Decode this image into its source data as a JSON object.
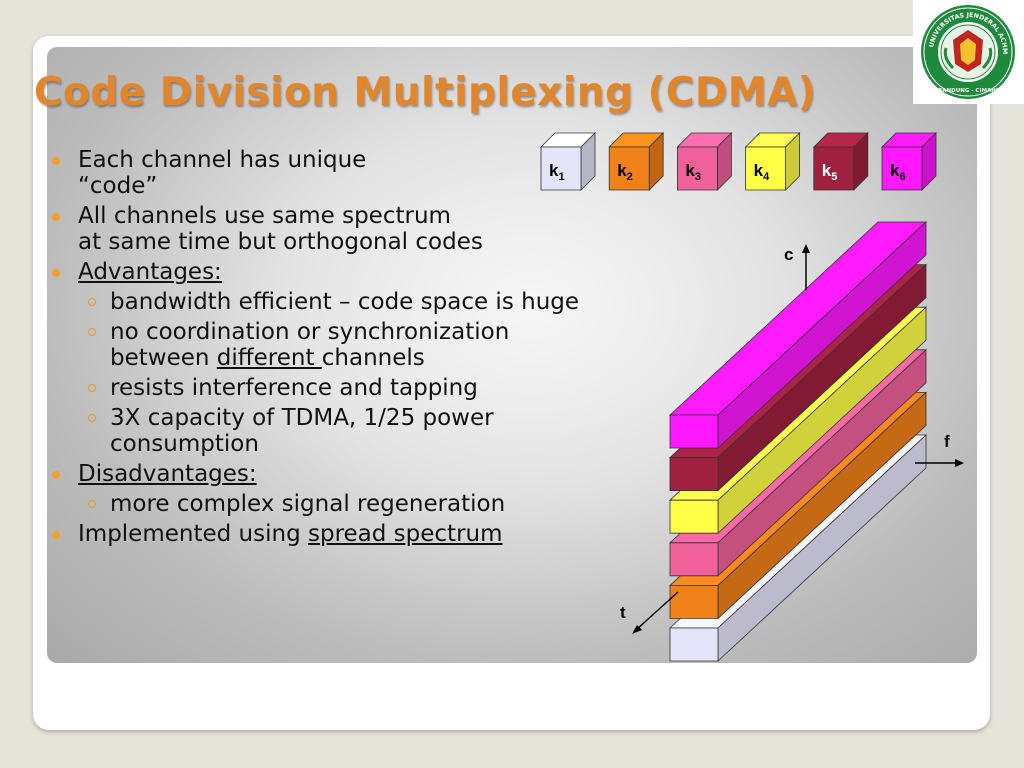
{
  "slide": {
    "title": "Code Division Multiplexing (CDMA)"
  },
  "bullets": {
    "b1": "Each channel has unique",
    "b1_cont": "“code”",
    "b2": "All channels use same spectrum",
    "b2_cont": "at same time but orthogonal codes",
    "b3": "Advantages:",
    "adv1": "bandwidth efficient – code space is huge",
    "adv2": "no coordination or synchronization",
    "adv2_cont_pre": "between ",
    "adv2_cont_u": "different ",
    "adv2_cont_post": "channels",
    "adv3": "resists interference and tapping",
    "adv4": "3X capacity of TDMA, 1/25 power",
    "adv4_cont": "consumption",
    "b4": "Disadvantages:",
    "dis1": "more complex signal regeneration",
    "b5_pre": "Implemented using ",
    "b5_link": "spread spectrum"
  },
  "codes": [
    {
      "k": "k",
      "sub": "1",
      "color": "#e4e4fa"
    },
    {
      "k": "k",
      "sub": "2",
      "color": "#f08018"
    },
    {
      "k": "k",
      "sub": "3",
      "color": "#f0609a"
    },
    {
      "k": "k",
      "sub": "4",
      "color": "#ffff48"
    },
    {
      "k": "k",
      "sub": "5",
      "color": "#a02040"
    },
    {
      "k": "k",
      "sub": "6",
      "color": "#ff18ff"
    }
  ],
  "axes": {
    "c": "c",
    "f": "f",
    "t": "t"
  },
  "logo": {
    "ring_text": "UNIVERSITAS JENDERAL ACHMAD YANI",
    "bottom_text": "BANDUNG - CIMAHI",
    "ring_color": "#1f8a3c"
  }
}
